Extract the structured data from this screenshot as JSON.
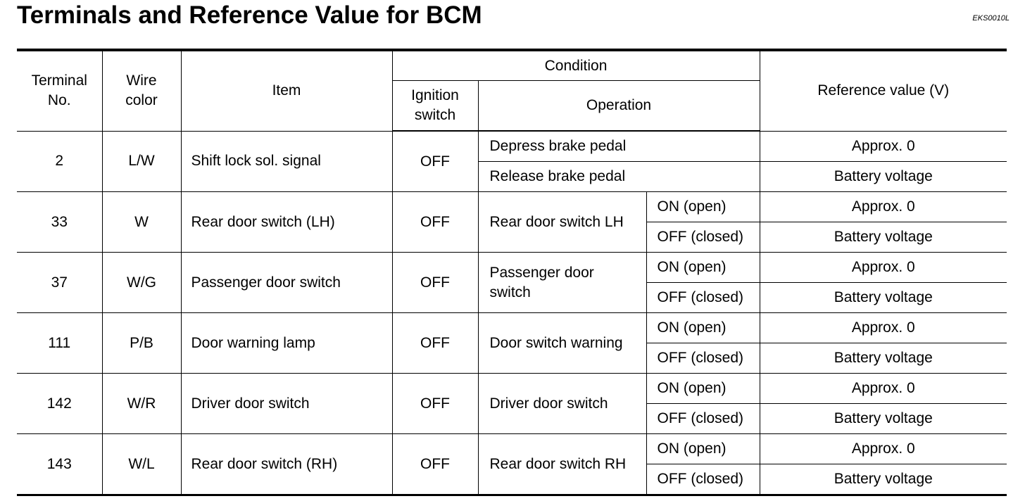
{
  "title": "Terminals and Reference Value for BCM",
  "doc_code": "EKS0010L",
  "headers": {
    "terminal_no": "Terminal No.",
    "wire_color": "Wire color",
    "item": "Item",
    "condition": "Condition",
    "ignition_switch": "Ignition switch",
    "operation": "Operation",
    "reference_value": "Reference value (V)"
  },
  "rows": [
    {
      "terminal": "2",
      "wire": "L/W",
      "item": "Shift lock sol. signal",
      "ignition": "OFF",
      "conditions": [
        {
          "operation": "Depress brake pedal",
          "value": "Approx. 0"
        },
        {
          "operation": "Release brake pedal",
          "value": "Battery voltage"
        }
      ]
    },
    {
      "terminal": "33",
      "wire": "W",
      "item": "Rear door switch (LH)",
      "ignition": "OFF",
      "operation": "Rear door switch LH",
      "states": [
        {
          "state": "ON (open)",
          "value": "Approx. 0"
        },
        {
          "state": "OFF (closed)",
          "value": "Battery voltage"
        }
      ]
    },
    {
      "terminal": "37",
      "wire": "W/G",
      "item": "Passenger door switch",
      "ignition": "OFF",
      "operation": "Passenger door switch",
      "states": [
        {
          "state": "ON (open)",
          "value": "Approx. 0"
        },
        {
          "state": "OFF (closed)",
          "value": "Battery voltage"
        }
      ]
    },
    {
      "terminal": "111",
      "wire": "P/B",
      "item": "Door warning lamp",
      "ignition": "OFF",
      "operation": "Door switch warning",
      "states": [
        {
          "state": "ON (open)",
          "value": "Approx. 0"
        },
        {
          "state": "OFF (closed)",
          "value": "Battery voltage"
        }
      ]
    },
    {
      "terminal": "142",
      "wire": "W/R",
      "item": "Driver door switch",
      "ignition": "OFF",
      "operation": "Driver door switch",
      "states": [
        {
          "state": "ON (open)",
          "value": "Approx. 0"
        },
        {
          "state": "OFF (closed)",
          "value": "Battery voltage"
        }
      ]
    },
    {
      "terminal": "143",
      "wire": "W/L",
      "item": "Rear door switch (RH)",
      "ignition": "OFF",
      "operation": "Rear door switch RH",
      "states": [
        {
          "state": "ON (open)",
          "value": "Approx. 0"
        },
        {
          "state": "OFF (closed)",
          "value": "Battery voltage"
        }
      ]
    }
  ]
}
